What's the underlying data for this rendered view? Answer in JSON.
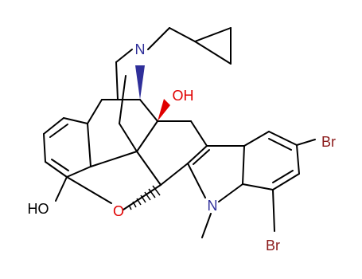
{
  "atoms": {
    "n": {
      "text": "N",
      "color": "#2f2f9a"
    },
    "oh_top": {
      "text": "OH",
      "color": "#e00000"
    },
    "oh_left": {
      "text": "HO",
      "color": "#000000"
    },
    "o_ring": {
      "text": "O",
      "color": "#e00000"
    },
    "n_indole": {
      "text": "N",
      "color": "#2f2f9a"
    },
    "br1": {
      "text": "Br",
      "color": "#8b1a1a"
    },
    "br2": {
      "text": "Br",
      "color": "#8b1a1a"
    }
  },
  "colors": {
    "bond": "#000000",
    "wedge_blue": "#2f2f9a",
    "wedge_red": "#e00000"
  }
}
